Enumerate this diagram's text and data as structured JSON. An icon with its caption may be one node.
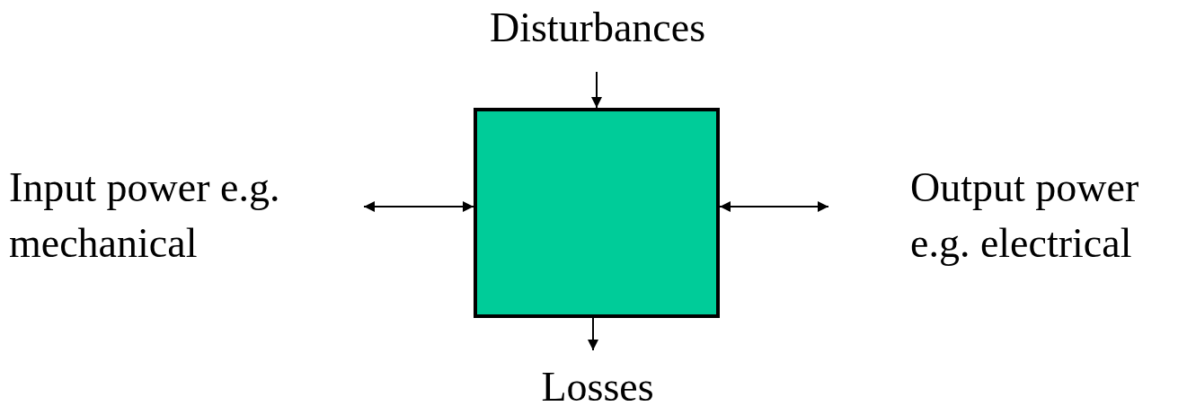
{
  "diagram": {
    "nodes": [
      {
        "text": [
          "Disturbances"
        ]
      },
      {
        "text": [
          "Input power e.g. mechanical"
        ]
      },
      {
        "text": [],
        "shape": "box"
      },
      {
        "text": [
          "Output power e.g. electrical"
        ]
      },
      {
        "text": [
          "Losses"
        ]
      }
    ],
    "edges": [
      {
        "from": 0,
        "to": 2,
        "arrow": "to"
      },
      {
        "from": 1,
        "to": 2,
        "arrow": "both"
      },
      {
        "from": 2,
        "to": 3,
        "arrow": "both"
      },
      {
        "from": 2,
        "to": 4,
        "arrow": "to"
      }
    ]
  }
}
